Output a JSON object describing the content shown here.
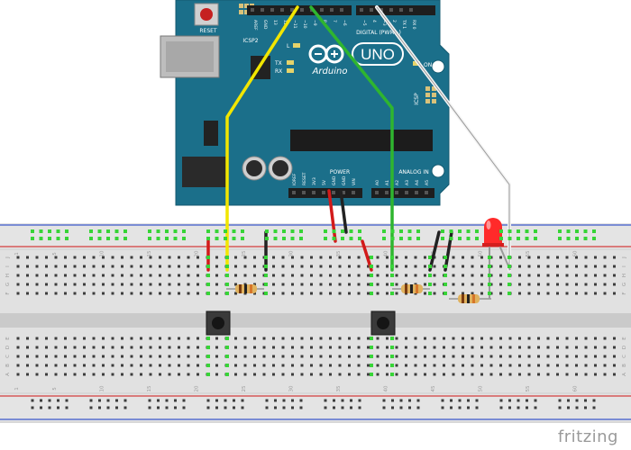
{
  "board": {
    "reset_label": "RESET",
    "icsp2_label": "ICSP2",
    "icsp_label": "ICSP",
    "l_label": "L",
    "tx_label": "TX",
    "rx_label": "RX",
    "on_label": "ON",
    "brand": "Arduino",
    "model": "UNO",
    "digital_label": "DIGITAL (PWM~)",
    "analog_label": "ANALOG IN",
    "power_label": "POWER",
    "digital_pins": [
      "AREF",
      "GND",
      "13",
      "12",
      "~11",
      "~10",
      "~9",
      "8",
      "7",
      "~6",
      "~5",
      "4",
      "~3",
      "2",
      "TX 1",
      "RX 0"
    ],
    "power_pins": [
      "IOREF",
      "RESET",
      "3V3",
      "5V",
      "GND",
      "GND",
      "VIN"
    ],
    "analog_pins": [
      "A0",
      "A1",
      "A2",
      "A3",
      "A4",
      "A5"
    ]
  },
  "breadboard": {
    "column_numbers": [
      "1",
      "5",
      "10",
      "15",
      "20",
      "25",
      "30",
      "35",
      "40",
      "45",
      "50",
      "55",
      "60"
    ],
    "top_row_letters": [
      "J",
      "I",
      "H",
      "G",
      "F"
    ],
    "bottom_row_letters": [
      "E",
      "D",
      "C",
      "B",
      "A"
    ]
  },
  "components": {
    "resistors": 3,
    "pushbuttons": 2,
    "leds": 1
  },
  "colors": {
    "board": "#1b6f8a",
    "wire_yellow": "#f2e600",
    "wire_green": "#2fb52f",
    "wire_red": "#d21a1a",
    "wire_black": "#222222",
    "wire_white": "#e8e8e8",
    "led": "#ff2a2a",
    "rail_red": "#d23c3c",
    "rail_blue": "#3b57c9"
  },
  "watermark": "fritzing"
}
